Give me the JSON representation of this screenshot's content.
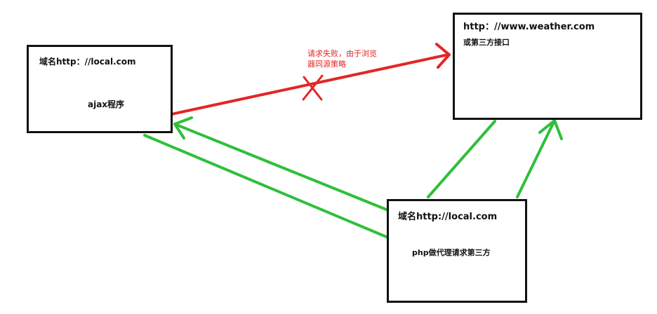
{
  "boxes": {
    "ajax_box": {
      "domain_label": "域名http：//local.com",
      "program_label": "ajax程序"
    },
    "weather_box": {
      "url_label": "http：//www.weather.com",
      "third_party_label": "或第三方接口"
    },
    "php_box": {
      "domain_label": "域名http://local.com",
      "proxy_label": "php做代理请求第三方"
    }
  },
  "annotations": {
    "failure_line1": "请求失败，由于浏览",
    "failure_line2": "器同源策略"
  },
  "colors": {
    "failed_arrow": "#e32626",
    "proxy_arrow": "#2fbf3a",
    "box_border": "#111111",
    "annotation_text": "#e32626"
  }
}
